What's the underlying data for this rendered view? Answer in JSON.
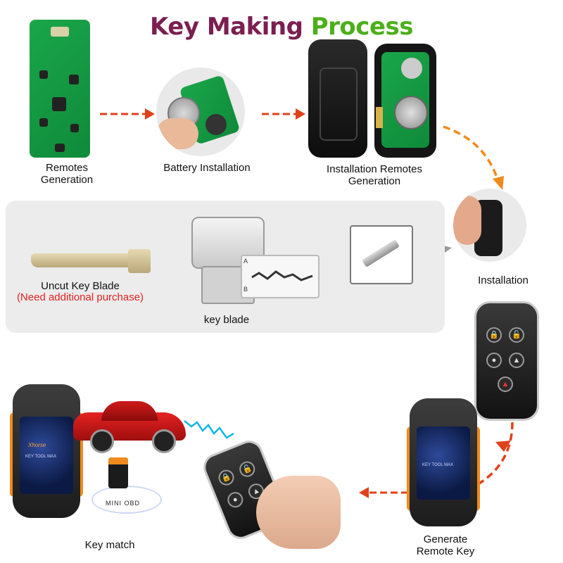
{
  "title": {
    "part1": "Key Making ",
    "part2": "Process"
  },
  "steps": {
    "remotes_generation": "Remotes\nGeneration",
    "battery_installation": "Battery Installation",
    "installation_remotes_generation": "Installation Remotes\nGeneration",
    "installation": "Installation",
    "generate_remote_key": "Generate\nRemote Key",
    "key_match": "Key match"
  },
  "blade_panel": {
    "uncut_key_blade": "Uncut Key  Blade",
    "need_purchase": "(Need additional purchase)",
    "key_blade": "key blade",
    "track_a": "A",
    "track_b": "B"
  },
  "device": {
    "brand": "Xhorse",
    "model": "KEY TOOL MAX",
    "adapter": "MINI OBD"
  },
  "colors": {
    "title_maroon": "#7b1f4f",
    "title_green": "#4caf1a",
    "arrow_orange": "#f08a1c",
    "arrow_red": "#e0421c",
    "note_red": "#e32222"
  }
}
